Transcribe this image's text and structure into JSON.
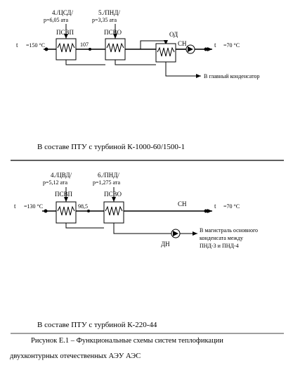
{
  "scheme1": {
    "tap1": "4./ЦСД/",
    "p1": "p=6,05 ата",
    "tap2": "5./ПНД/",
    "p2": "p=3,35 ата",
    "psvp": "ПСВП",
    "psvo": "ПСВО",
    "od": "ОД",
    "sn": "СН",
    "t_in": "t",
    "t_in_val": "=150 °C",
    "mid_temp": "107",
    "t_out": "t",
    "t_out_val": "=70 °C",
    "outlet": "В главный конденсатор",
    "caption": "В составе ПТУ с турбиной К-1000-60/1500-1"
  },
  "scheme2": {
    "tap1": "4./ЦВД/",
    "p1": "p=5,12 ата",
    "tap2": "6./ПНД/",
    "p2": "p=1,275 ата",
    "psvp": "ПСВП",
    "psvo": "ПСВО",
    "sn": "СН",
    "dn": "ДН",
    "t_in": "t",
    "t_in_val": "=130 °C",
    "mid_temp": "98,5",
    "t_out": "t",
    "t_out_val": "=70 °C",
    "outlet_l1": "В магистраль основного",
    "outlet_l2": "конденсата между",
    "outlet_l3": "ПНД-3 и ПНД-4",
    "caption": "В составе ПТУ с турбиной К-220-44"
  },
  "figure": {
    "caption_l1": "Рисунок Е.1 – Функциональные схемы систем теплофикации",
    "caption_l2": "двухконтурных отечественных АЭУ АЭС"
  }
}
